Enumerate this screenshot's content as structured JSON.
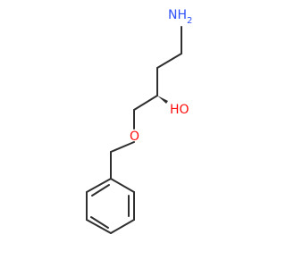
{
  "molecule": {
    "atoms": {
      "amine": {
        "label": "NH",
        "subscript": "2",
        "element": "N",
        "color": "#3050f8"
      },
      "hydroxyl": {
        "label": "HO",
        "element": "O",
        "color": "#ff0d0d"
      },
      "ether": {
        "label": "O",
        "element": "O",
        "color": "#ff0d0d"
      }
    },
    "bond_color": "#2f2f2f",
    "stereo": "wedge"
  }
}
